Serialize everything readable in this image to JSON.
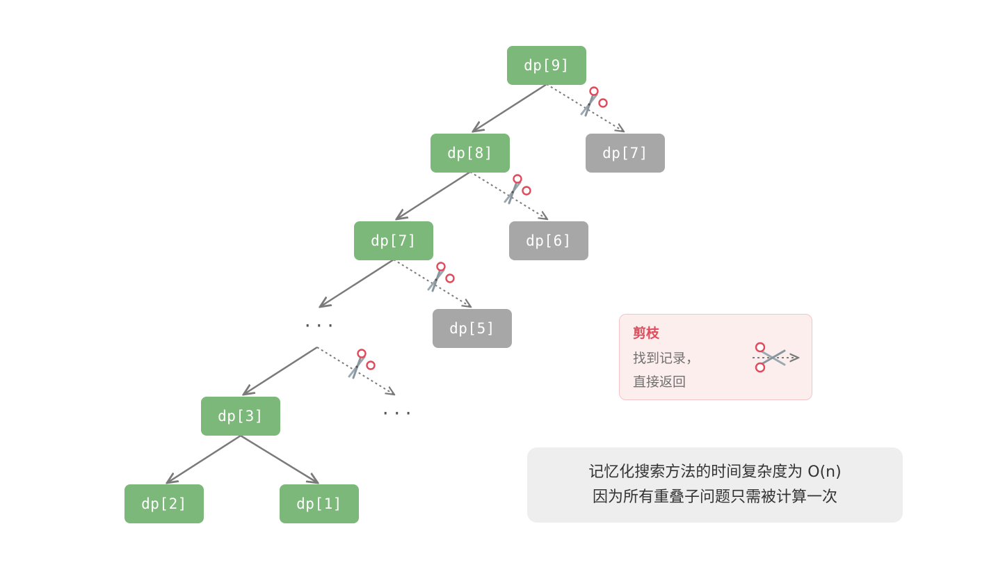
{
  "nodes": {
    "dp9": "dp[9]",
    "dp8": "dp[8]",
    "dp7_pruned": "dp[7]",
    "dp7": "dp[7]",
    "dp6_pruned": "dp[6]",
    "dp5_pruned": "dp[5]",
    "dp3": "dp[3]",
    "dp2": "dp[2]",
    "dp1": "dp[1]"
  },
  "ellipsis": "···",
  "legend": {
    "title": "剪枝",
    "desc_line1": "找到记录，",
    "desc_line2": "直接返回"
  },
  "note": {
    "line1": "记忆化搜索方法的时间复杂度为 O(n)",
    "line2": "因为所有重叠子问题只需被计算一次"
  },
  "colors": {
    "computed": "#7cb87a",
    "pruned": "#a7a7a7",
    "scissors": "#e04a5a"
  },
  "icons": {
    "scissors": "scissors-icon"
  }
}
